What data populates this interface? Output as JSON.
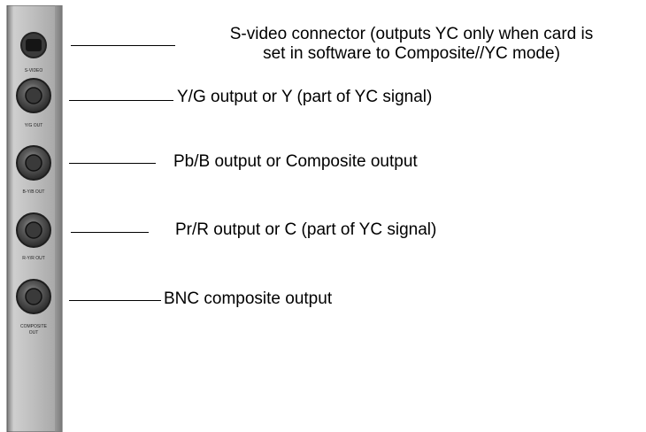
{
  "panel": {
    "port_labels": [
      "S-VIDEO",
      "Y/G OUT",
      "B-Y/B OUT",
      "R-Y/R OUT",
      "COMPOSITE",
      "OUT"
    ]
  },
  "callouts": [
    {
      "id": "s-video",
      "lines": [
        "S-video connector (outputs YC only when card is",
        "set in software to Composite//YC mode)"
      ]
    },
    {
      "id": "yg",
      "text": "Y/G output or Y (part of YC signal)"
    },
    {
      "id": "pbb",
      "text": "Pb/B output or Composite output"
    },
    {
      "id": "prr",
      "text": "Pr/R output or C (part of YC signal)"
    },
    {
      "id": "bnc",
      "text": "BNC composite output"
    }
  ]
}
